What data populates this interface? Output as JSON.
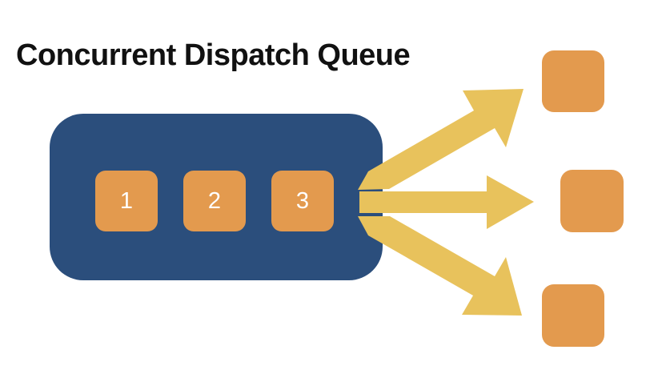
{
  "diagram": {
    "title": "Concurrent Dispatch Queue",
    "background_color": "#ffffff",
    "queue": {
      "name": "concurrent dispatch queue",
      "fill_color": "#2b4e7c",
      "tasks": [
        {
          "label": "1"
        },
        {
          "label": "2"
        },
        {
          "label": "3"
        }
      ],
      "task_fill_color": "#e39a4e",
      "task_label_color": "#ffffff"
    },
    "arrows": {
      "color": "#e8c25c",
      "count": 3,
      "items": [
        {
          "name": "arrow-up",
          "direction": "up-right"
        },
        {
          "name": "arrow-straight",
          "direction": "right"
        },
        {
          "name": "arrow-down",
          "direction": "down-right"
        }
      ]
    },
    "targets": {
      "fill_color": "#e39a4e",
      "count": 3,
      "items": [
        {
          "name": "target-top",
          "label": ""
        },
        {
          "name": "target-middle",
          "label": ""
        },
        {
          "name": "target-bottom",
          "label": ""
        }
      ]
    }
  }
}
